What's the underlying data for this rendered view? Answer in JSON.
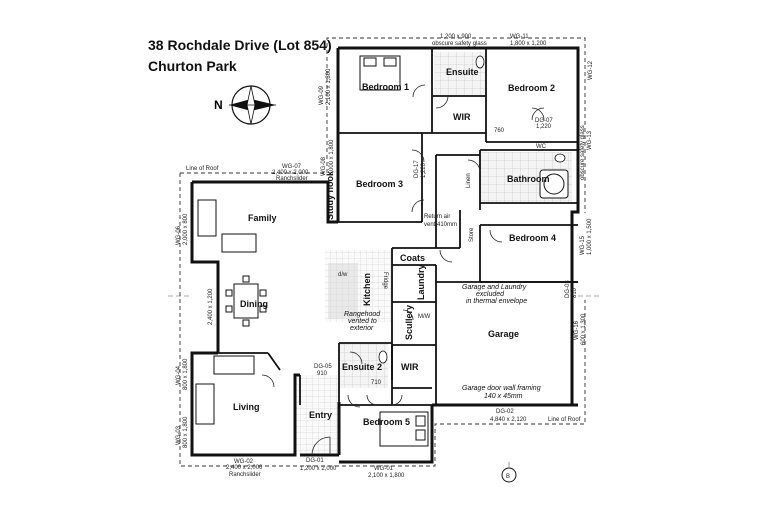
{
  "header": {
    "address": "38 Rochdale Drive (Lot 854)",
    "suburb": "Churton Park"
  },
  "compass": {
    "north_label": "N"
  },
  "rooms": {
    "bedroom1": "Bedroom 1",
    "ensuite": "Ensuite",
    "wir1": "WIR",
    "bedroom2": "Bedroom 2",
    "bedroom3": "Bedroom 3",
    "study_nook": "Study nook",
    "bathroom": "Bathroom",
    "linen": "Linen",
    "wc": "WC",
    "bedroom4": "Bedroom 4",
    "store": "Store",
    "family": "Family",
    "coats": "Coats",
    "kitchen": "Kitchen",
    "fridge": "Fridge",
    "laundry": "Laundry",
    "dining": "Dining",
    "scullery": "Scullery",
    "garage": "Garage",
    "ensuite2": "Ensuite 2",
    "wir2": "WIR",
    "living": "Living",
    "entry": "Entry",
    "bedroom5": "Bedroom 5"
  },
  "notes": {
    "return_air": "Return air",
    "return_air_vent": "vent 410mm",
    "garage_excluded_1": "Garage and Laundry",
    "garage_excluded_2": "excluded",
    "garage_excluded_3": "in thermal envelope",
    "rangehood_1": "Rangehood",
    "rangehood_2": "vented to",
    "rangehood_3": "exterior",
    "garage_door_1": "Garage door wall framing",
    "garage_door_2": "140 x 45mm",
    "line_of_roof_1": "Line of Roof",
    "line_of_roof_2": "Line of Roof",
    "obscure_glass_top": "obscure safety glass",
    "obscure_glass_right": "obscure safety glass",
    "dw": "d/w",
    "mw": "M/W",
    "section_b": "B"
  },
  "windows_doors": {
    "top_wg": "WG-11",
    "top_wg_size": "1,800 x 1,200",
    "top_wg_left": "1,200 x 900",
    "wg07": "WG-07",
    "wg07_size": "2,400 x 2,000",
    "wg07_note": "Ranchslider",
    "wg06": "WG-06",
    "wg06_size": "2,000 x 800",
    "wg09": "WG-09",
    "wg09_size": "2,100 x 1,800",
    "wg08": "WG-08",
    "wg08_size": "1,000 x 1,800",
    "wg12": "WG-12",
    "wg13": "WG-13",
    "wg15": "WG-15",
    "wg15_size": "1,000 x 1,500",
    "wg16": "WG-16",
    "wg16_size": "600 x 1,300",
    "wg04": "WG-04",
    "wg04_size": "800 x 1,800",
    "wg03": "WG-03",
    "wg03_size": "800 x 1,800",
    "wg05_size": "2,400 x 1,200",
    "wg02": "WG-02",
    "wg02_size": "2,400 x 2,000",
    "wg02_note": "Ranchslider",
    "dg01": "DG-01",
    "dg01_size": "1,200 x 2,000",
    "wg01": "WG-01",
    "wg01_size": "2,100 x 1,800",
    "dg02": "DG-02",
    "dg02_size": "4,840 x 2,120",
    "dg03": "DG-03",
    "dg03_size": "810",
    "dg07": "DG-07",
    "dg07_size": "1,220",
    "dg05": "DG-05",
    "dg05_size": "910",
    "dg17": "DG-17",
    "dg17_size": "1,220",
    "door_760": "760",
    "door_710": "710"
  }
}
